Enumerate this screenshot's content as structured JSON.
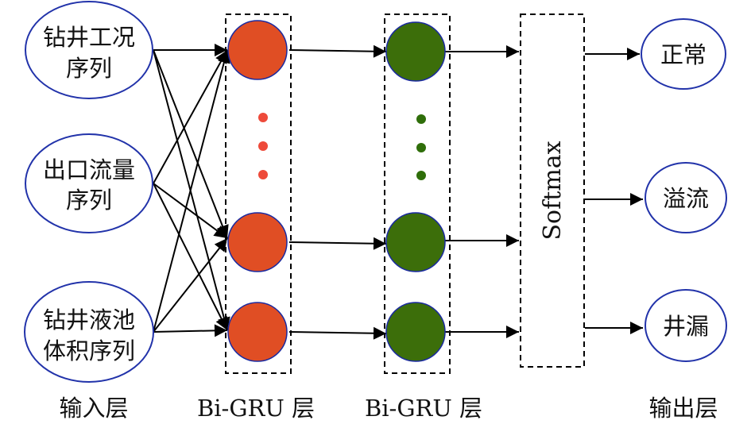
{
  "title": "Bi-GRU drilling condition classification network",
  "colors": {
    "ellipse_stroke": "#2233aa",
    "gru1_fill": "#e04e24",
    "gru2_fill": "#3c6e0a",
    "node_stroke": "#1a2aa0",
    "line": "#000000"
  },
  "input_layer": {
    "label": "输入层",
    "nodes": [
      {
        "line1": "钻井工况",
        "line2": "序列"
      },
      {
        "line1": "出口流量",
        "line2": "序列"
      },
      {
        "line1": "钻井液池",
        "line2": "体积序列"
      }
    ]
  },
  "gru_layer_1": {
    "label": "Bi-GRU 层",
    "ellipsis": "•••"
  },
  "gru_layer_2": {
    "label": "Bi-GRU 层",
    "ellipsis": "•••"
  },
  "softmax": {
    "label": "Softmax"
  },
  "output_layer": {
    "label": "输出层",
    "nodes": [
      {
        "text": "正常"
      },
      {
        "text": "溢流"
      },
      {
        "text": "井漏"
      }
    ]
  }
}
